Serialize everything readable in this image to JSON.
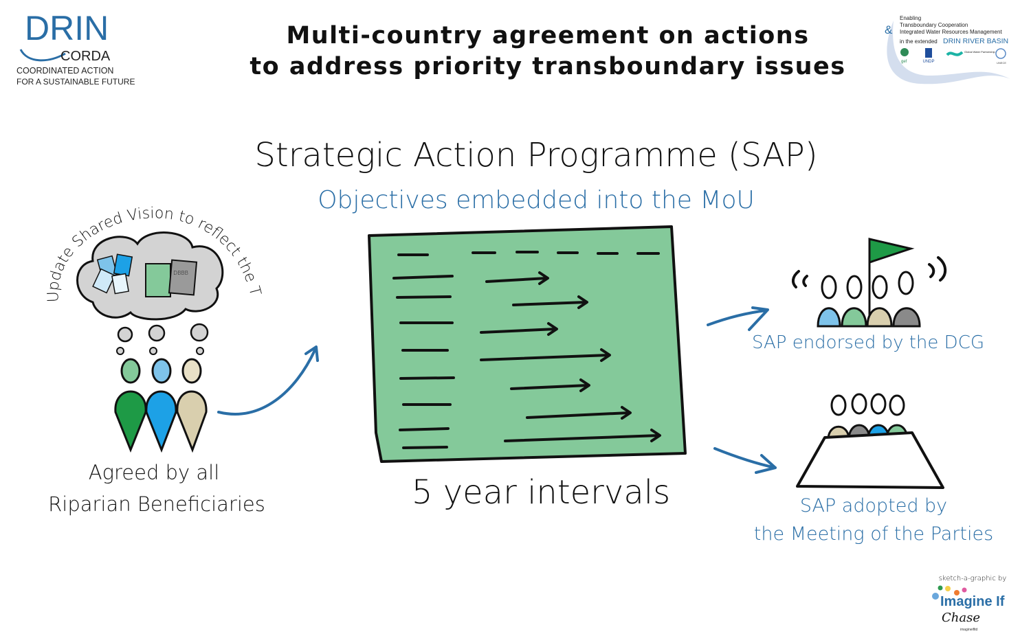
{
  "header": {
    "title_line1": "Multi-country agreement on actions",
    "title_line2": "to address priority transboundary issues"
  },
  "logo_left": {
    "name_top": "DRIN",
    "name_bottom": "CORDA",
    "tagline1": "COORDINATED ACTION",
    "tagline2": "FOR A SUSTAINABLE FUTURE"
  },
  "logo_right": {
    "line1": "Enabling",
    "amp": "&",
    "line2": "Transboundary Cooperation",
    "line3": "Integrated Water Resources Management",
    "line4": "in the extended",
    "basin": "DRIN RIVER BASIN",
    "partners": [
      "gef",
      "UNDP",
      "Global Water Partnership",
      "UNECE"
    ]
  },
  "main": {
    "heading": "Strategic Action Programme (SAP)",
    "subheading": "Objectives embedded into the MoU",
    "intervals": "5 year intervals"
  },
  "left": {
    "cloud_caption": "Update Shared Vision to reflect the TDA",
    "doc_label": "DBBB",
    "caption1": "Agreed by all",
    "caption2": "Riparian Beneficiaries"
  },
  "right": {
    "endorsed": "SAP endorsed by the DCG",
    "adopted1": "SAP adopted by",
    "adopted2": "the Meeting of the Parties"
  },
  "credit": {
    "label": "sketch-a-graphic by",
    "brand": "Imagine If",
    "signature": "Chase",
    "sub": "imagineifltd"
  },
  "colors": {
    "board": "#84c99a",
    "accent_blue": "#2a6ea6",
    "green_person": "#1e9a46",
    "blue_person": "#1da1e6",
    "beige_person": "#d9cfae",
    "grey_person": "#8a8a8a"
  }
}
